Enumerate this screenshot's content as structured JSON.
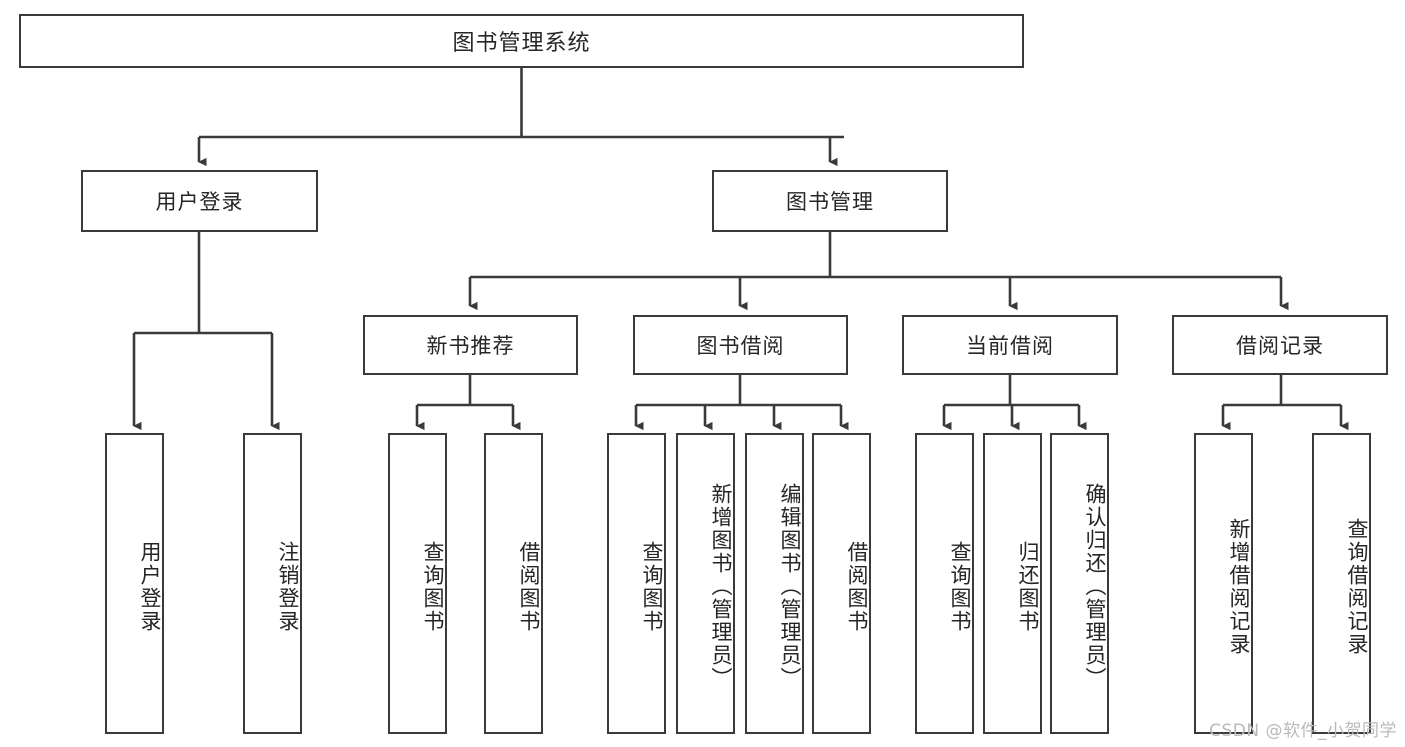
{
  "diagram": {
    "type": "tree",
    "title": "图书管理系统",
    "orientation": "top-down",
    "colors": {
      "box_border": "#3a3a3a",
      "box_fill": "#ffffff",
      "connector": "#3a3a3a",
      "text": "#262626",
      "watermark": "#b9b9b9",
      "background": "#ffffff"
    }
  },
  "root": {
    "label": "图书管理系统"
  },
  "level2": [
    {
      "label": "用户登录"
    },
    {
      "label": "图书管理"
    }
  ],
  "level3": [
    {
      "label": "新书推荐"
    },
    {
      "label": "图书借阅"
    },
    {
      "label": "当前借阅"
    },
    {
      "label": "借阅记录"
    }
  ],
  "leaves": {
    "user_login": [
      {
        "label": "用户登录"
      },
      {
        "label": "注销登录"
      }
    ],
    "new_book": [
      {
        "label": "查询图书"
      },
      {
        "label": "借阅图书"
      }
    ],
    "book_borrow": [
      {
        "label": "查询图书"
      },
      {
        "label": "新增图书（管理员）"
      },
      {
        "label": "编辑图书（管理员）"
      },
      {
        "label": "借阅图书"
      }
    ],
    "current_borrow": [
      {
        "label": "查询图书"
      },
      {
        "label": "归还图书"
      },
      {
        "label": "确认归还（管理员）"
      }
    ],
    "borrow_record": [
      {
        "label": "新增借阅记录"
      },
      {
        "label": "查询借阅记录"
      }
    ]
  },
  "watermark": {
    "text": "CSDN @软件_小贺同学"
  }
}
